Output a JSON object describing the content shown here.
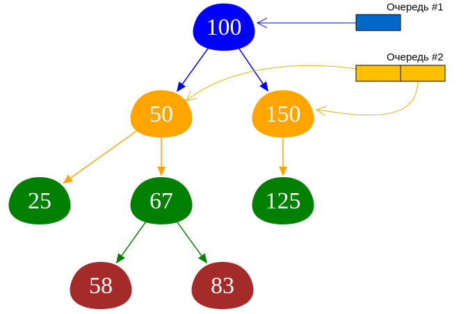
{
  "colors": {
    "root": "#0000ff",
    "level1": "#ffa500",
    "level2": "#008000",
    "level3": "#a52a2a",
    "queue1": "#0068c8",
    "queue2": "#ffc000",
    "queue2_arrow": "#e8b000",
    "node_text": "#ffffff"
  },
  "nodes": [
    {
      "id": "n100",
      "label": "100",
      "level": "root"
    },
    {
      "id": "n50",
      "label": "50",
      "level": "level1"
    },
    {
      "id": "n150",
      "label": "150",
      "level": "level1"
    },
    {
      "id": "n25",
      "label": "25",
      "level": "level2"
    },
    {
      "id": "n67",
      "label": "67",
      "level": "level2"
    },
    {
      "id": "n125",
      "label": "125",
      "level": "level2"
    },
    {
      "id": "n58",
      "label": "58",
      "level": "level3"
    },
    {
      "id": "n83",
      "label": "83",
      "level": "level3"
    }
  ],
  "edges": [
    {
      "from": "n100",
      "to": "n50"
    },
    {
      "from": "n100",
      "to": "n150"
    },
    {
      "from": "n50",
      "to": "n25"
    },
    {
      "from": "n50",
      "to": "n67"
    },
    {
      "from": "n150",
      "to": "n125"
    },
    {
      "from": "n67",
      "to": "n58"
    },
    {
      "from": "n67",
      "to": "n83"
    }
  ],
  "queues": [
    {
      "id": "q1",
      "label": "Очередь #1",
      "cells": 1,
      "points_to": [
        "n100"
      ]
    },
    {
      "id": "q2",
      "label": "Очередь #2",
      "cells": 2,
      "points_to": [
        "n50",
        "n150"
      ]
    }
  ]
}
